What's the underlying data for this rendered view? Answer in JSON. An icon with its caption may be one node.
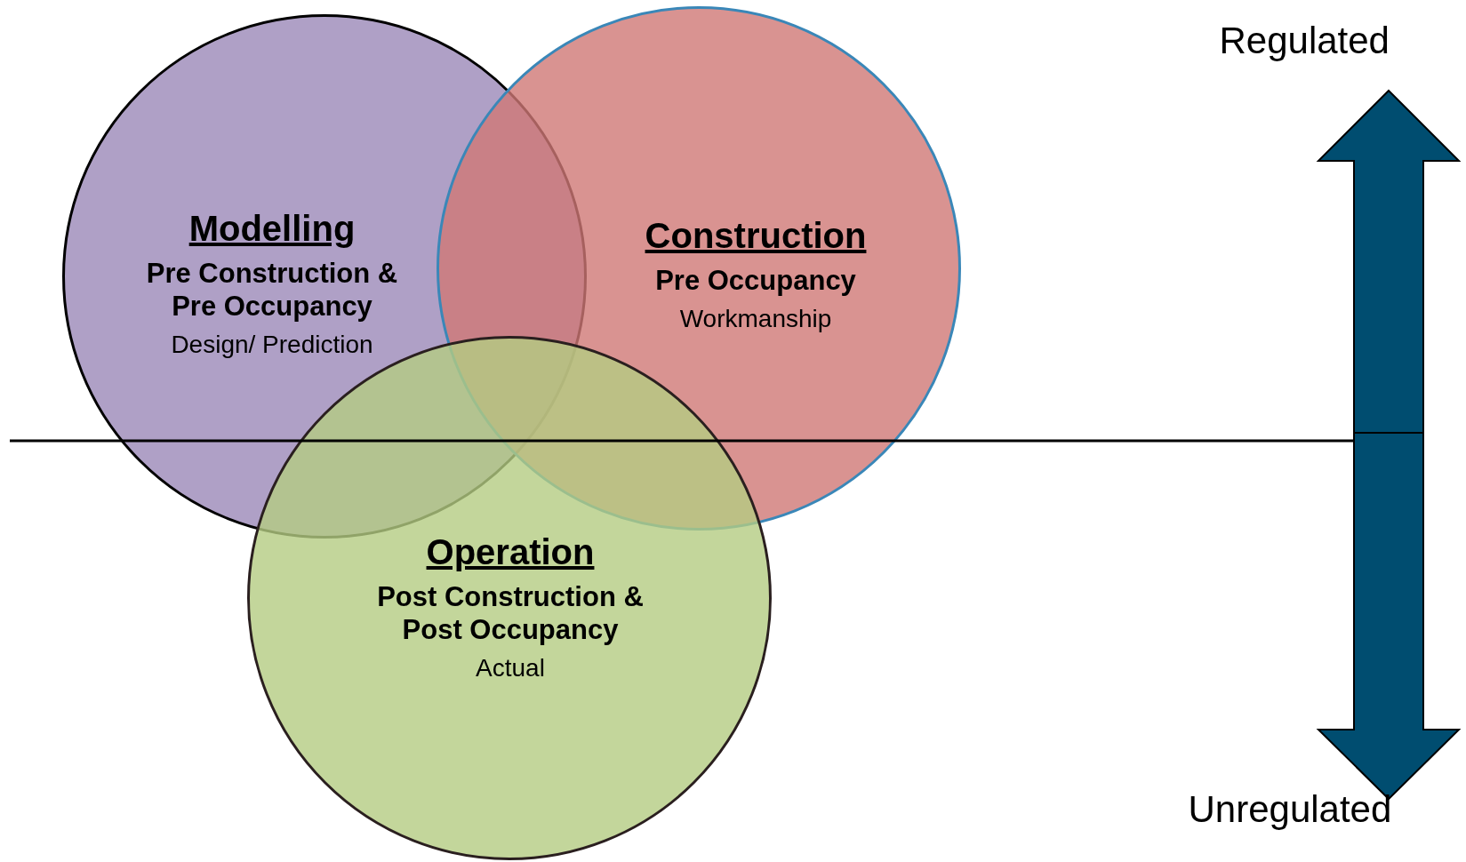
{
  "diagram": {
    "nodes": [
      {
        "text": [
          "Modelling",
          "Pre Construction & Pre Occupancy",
          "Design/ Prediction"
        ]
      },
      {
        "text": [
          "Construction",
          "Pre Occupancy",
          "Workmanship"
        ]
      },
      {
        "text": [
          "Operation",
          "Post Construction & Post Occupancy",
          "Actual"
        ]
      }
    ],
    "labels": [
      "Regulated",
      "Unregulated"
    ]
  }
}
